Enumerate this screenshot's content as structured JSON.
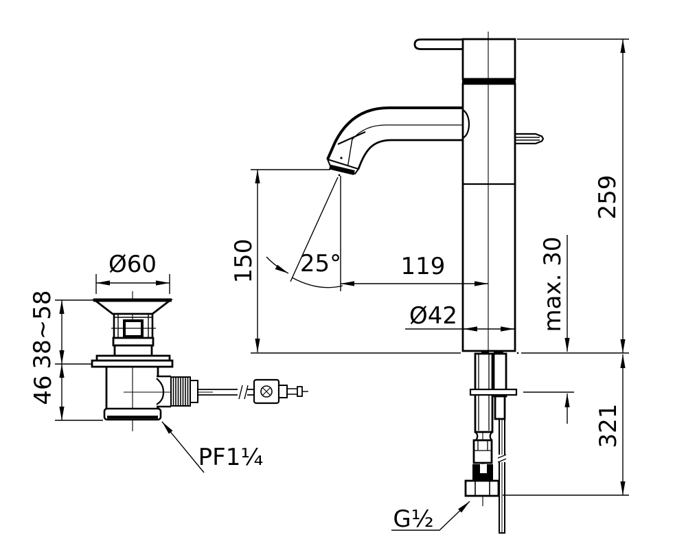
{
  "drawing": {
    "colors": {
      "line": "#000000",
      "background": "#ffffff"
    },
    "labels": {
      "drain_flange_diameter": "Ø60",
      "drain_height_range": "38~58",
      "drain_lower_height": "46",
      "drain_thread": "PF1¼",
      "spout_outlet_height": "150",
      "spout_angle": "25°",
      "spout_reach": "119",
      "body_diameter": "Ø42",
      "max_deck_thickness": "max. 30",
      "height_above_deck": "259",
      "depth_below_deck": "321",
      "inlet_thread": "G½"
    }
  }
}
